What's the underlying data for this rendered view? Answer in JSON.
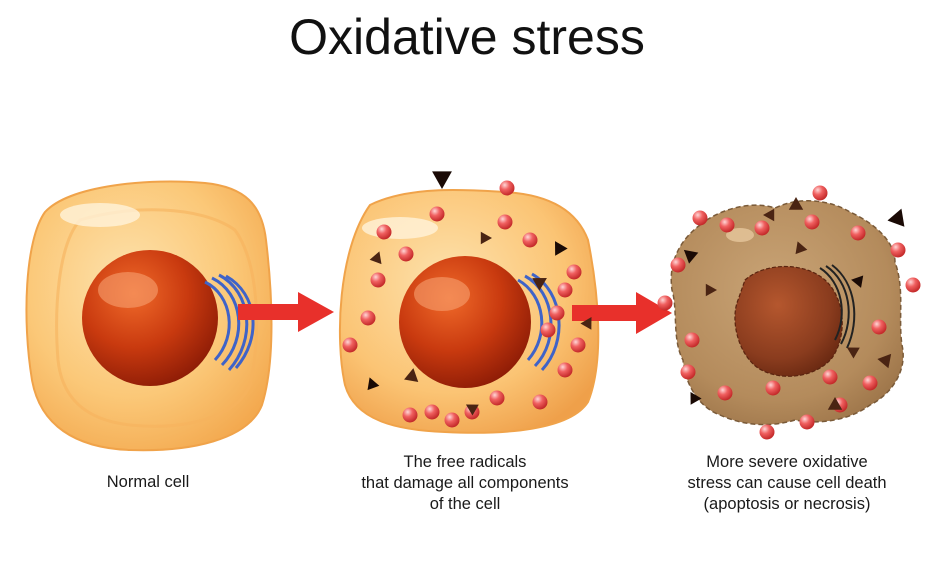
{
  "title": "Oxidative stress",
  "stages": [
    {
      "id": "normal",
      "lines": [
        "Normal cell"
      ]
    },
    {
      "id": "radicals",
      "lines": [
        "The free radicals",
        "that damage all components",
        "of the cell"
      ]
    },
    {
      "id": "death",
      "lines": [
        "More severe oxidative",
        "stress can cause cell death",
        "(apoptosis or necrosis)"
      ]
    }
  ],
  "colors": {
    "cell_fill": "#fbc878",
    "cell_edge": "#f1a74a",
    "nucleus": "#c93a0f",
    "nucleus_core": "#8e1c06",
    "arrow": "#e8302b",
    "golgi": "#3f63c8",
    "radical_sphere": "#ea4d4d",
    "triangle": "#4a2413",
    "dead_cell": "#b48b5c",
    "dead_nucleus": "#8a3c1e"
  }
}
